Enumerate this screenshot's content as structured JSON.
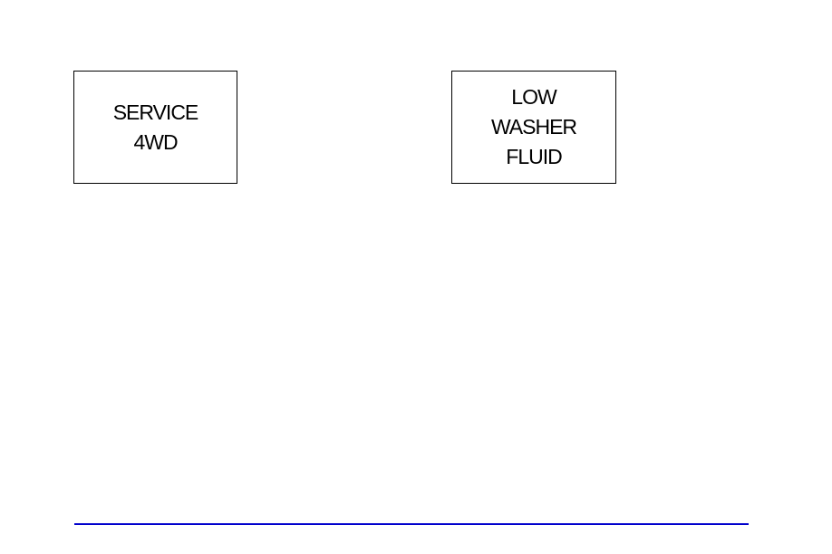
{
  "indicators": [
    {
      "lines": [
        "SERVICE",
        "4WD"
      ]
    },
    {
      "lines": [
        "LOW",
        "WASHER",
        "FLUID"
      ]
    }
  ],
  "colors": {
    "box_border": "#000000",
    "text": "#000000",
    "footer_rule": "#0000cc"
  }
}
